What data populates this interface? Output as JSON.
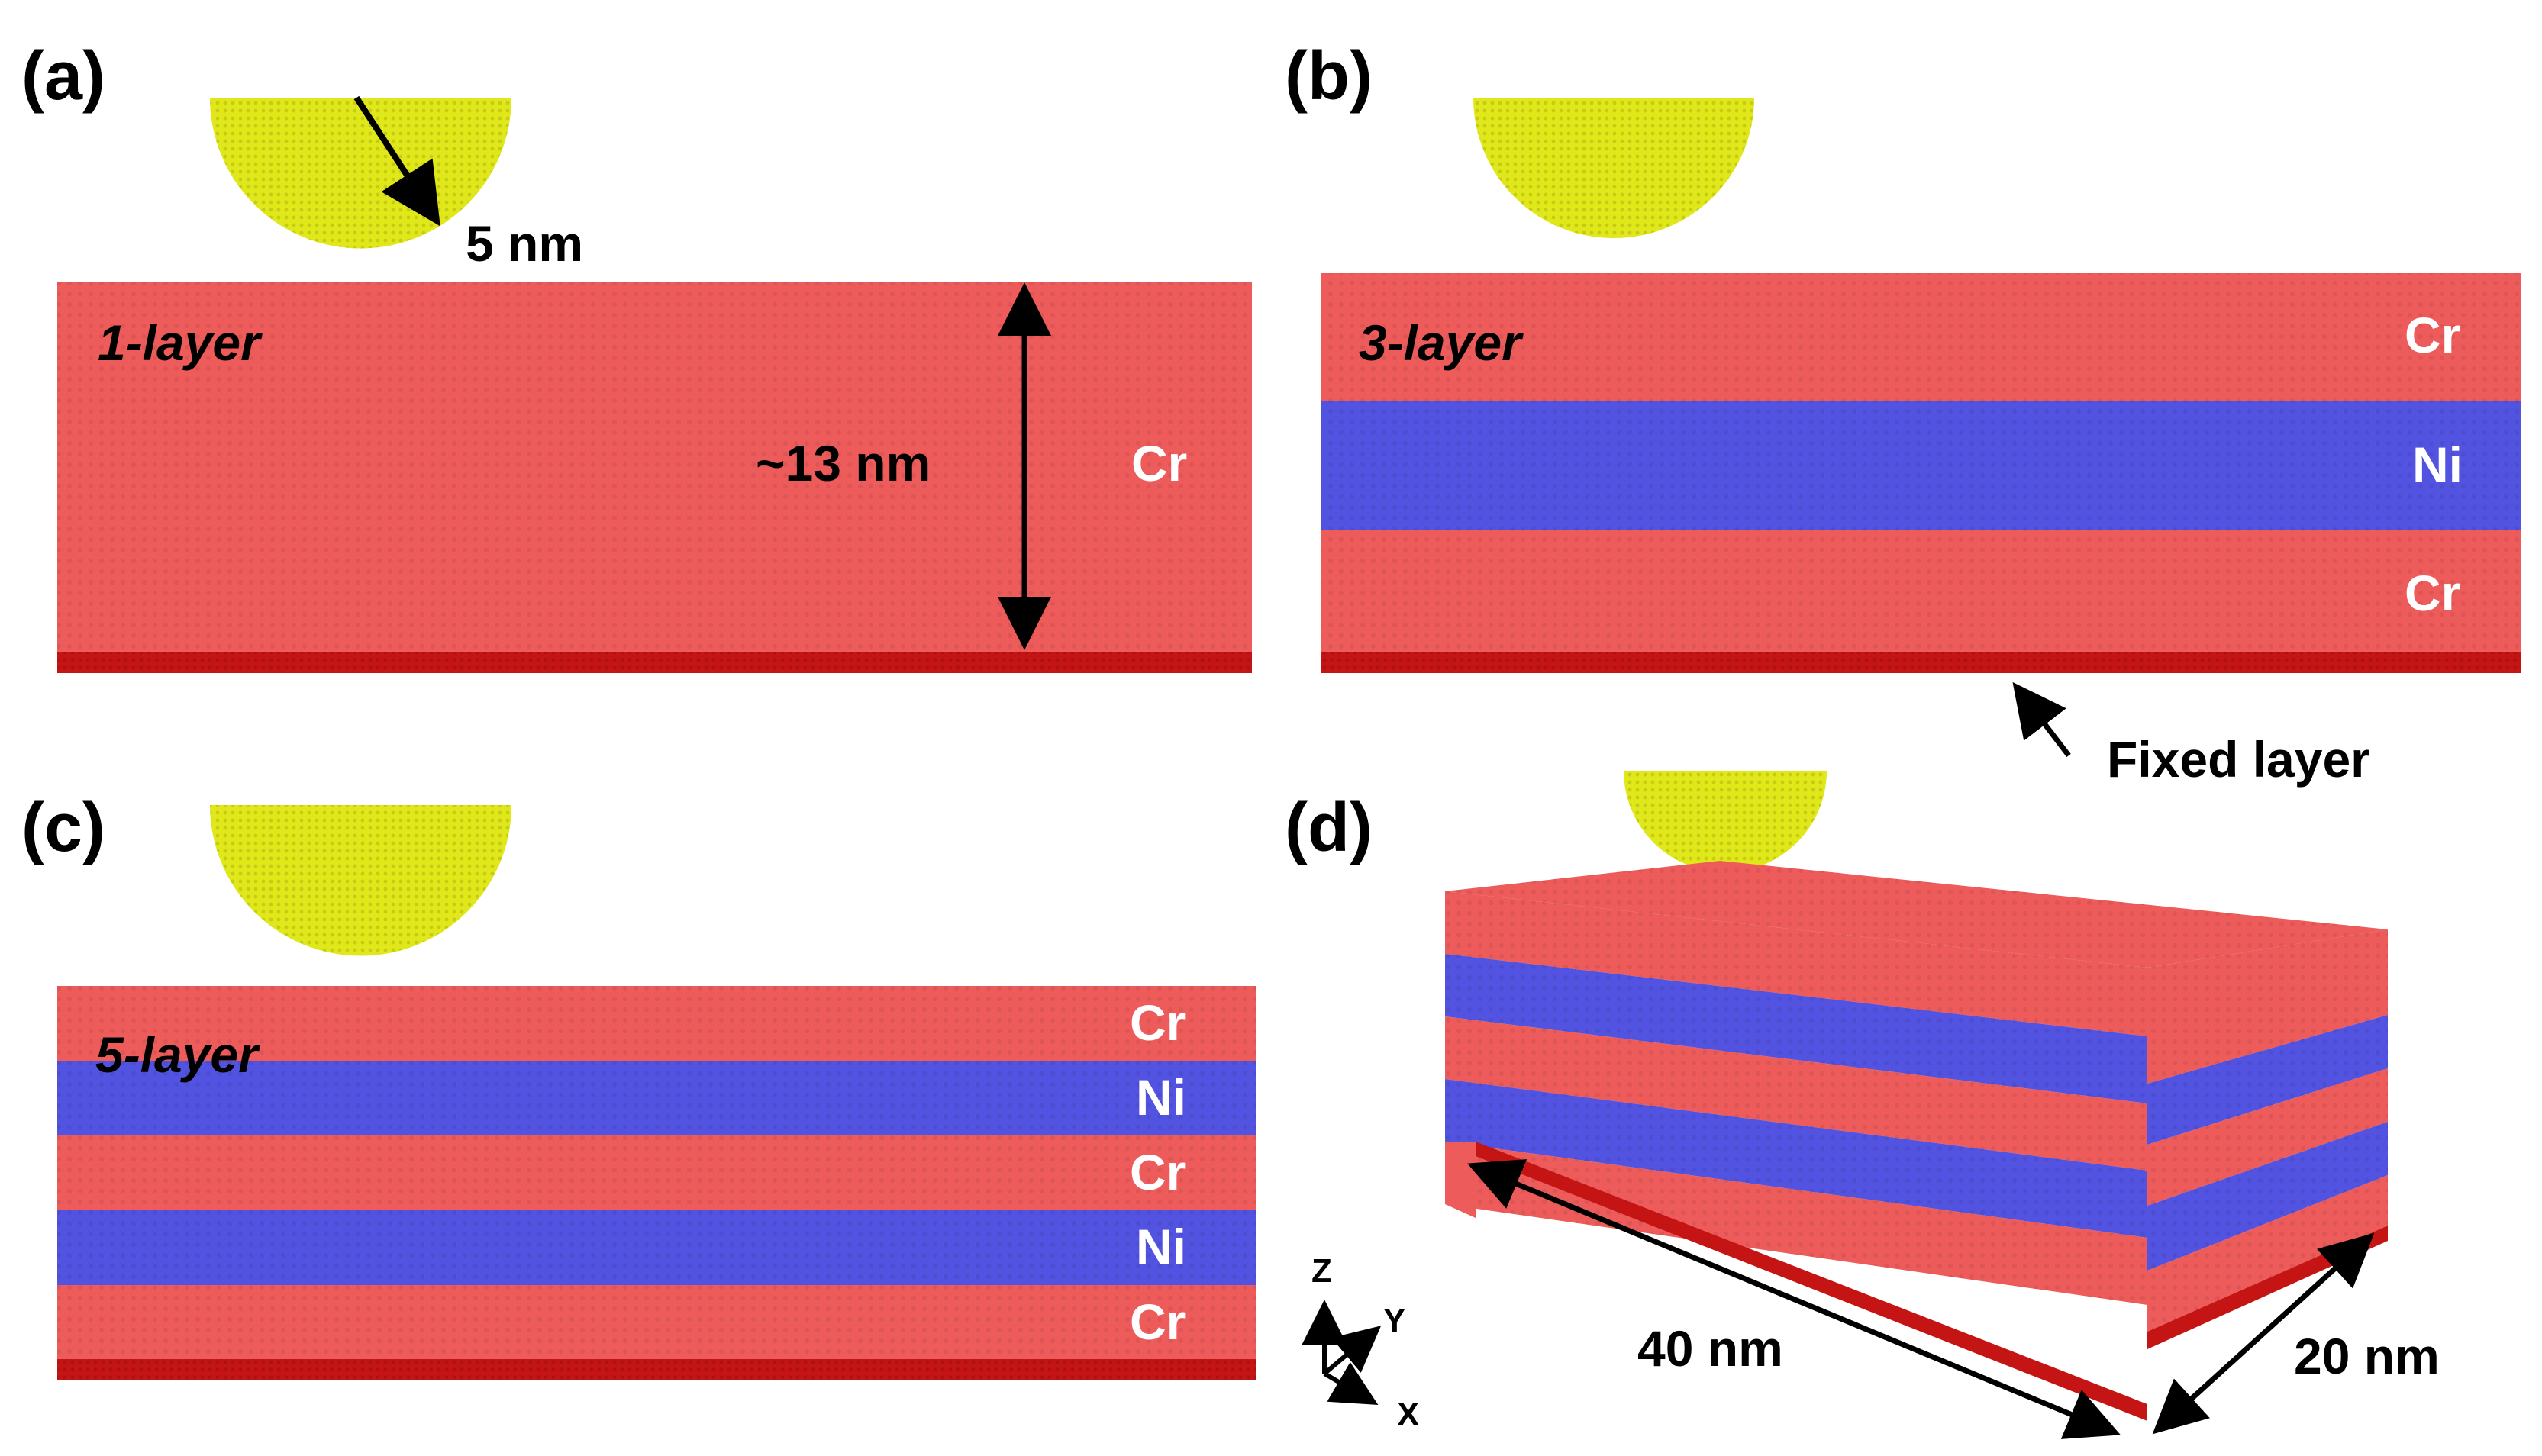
{
  "colors": {
    "cr": "#ee5b5b",
    "ni": "#5253e0",
    "fixed": "#c41414",
    "indenter": "#e0e81a"
  },
  "panels": {
    "a": {
      "label": "(a)",
      "tag": "1-layer",
      "layers": [
        "Cr"
      ],
      "radius_label": "5 nm",
      "thickness_label": "~13 nm"
    },
    "b": {
      "label": "(b)",
      "tag": "3-layer",
      "layers": [
        "Cr",
        "Ni",
        "Cr"
      ],
      "fixed_label": "Fixed layer"
    },
    "c": {
      "label": "(c)",
      "tag": "5-layer",
      "layers": [
        "Cr",
        "Ni",
        "Cr",
        "Ni",
        "Cr"
      ]
    },
    "d": {
      "label": "(d)",
      "length_label": "40 nm",
      "width_label": "20 nm"
    }
  },
  "axes": {
    "z": "Z",
    "y": "Y",
    "x": "X"
  }
}
